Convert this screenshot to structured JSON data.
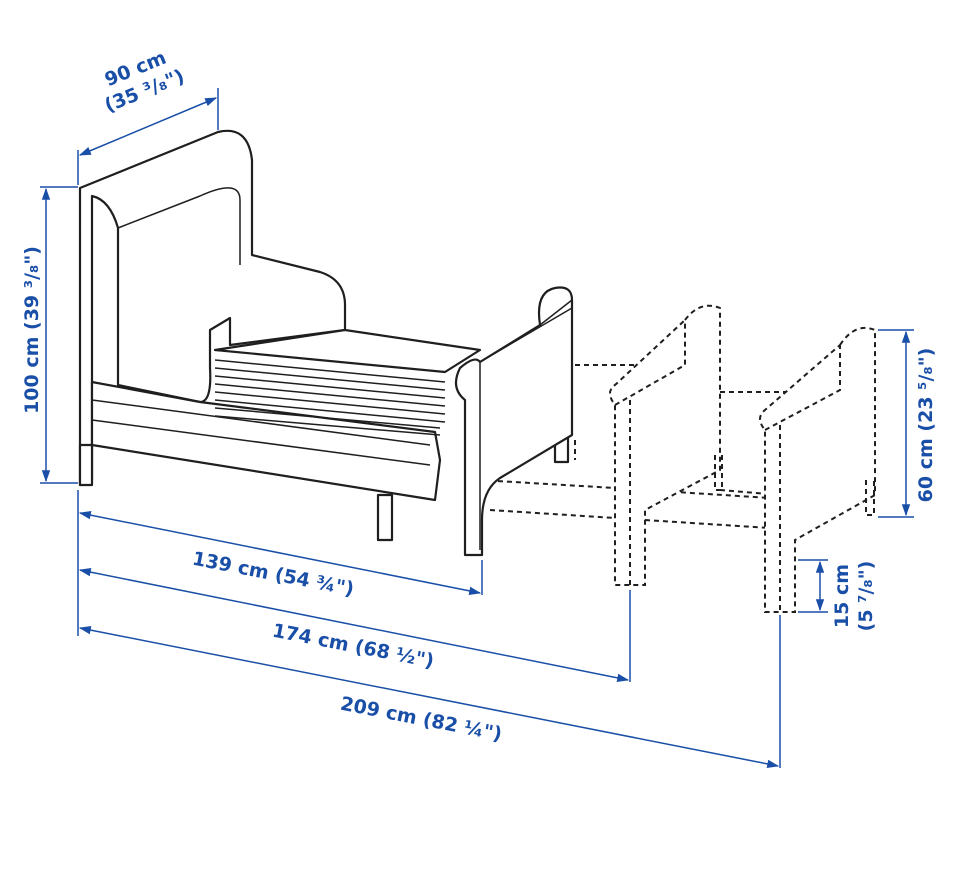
{
  "colors": {
    "dimension": "#1a4fa8",
    "line": "#1f1f1f",
    "background": "#ffffff"
  },
  "dimensions": {
    "width": {
      "metric": "90 cm",
      "imperial": "(35 ³/₈\")"
    },
    "height": {
      "text": "100 cm (39 ³/₈\")"
    },
    "length_short": {
      "text": "139 cm (54 ¾\")"
    },
    "length_mid": {
      "text": "174 cm (68 ½\")"
    },
    "length_long": {
      "text": "209 cm (82 ¼\")"
    },
    "extension_height": {
      "text": "60 cm (23 ⁵/₈\")"
    },
    "leg_height": {
      "metric": "15 cm",
      "imperial": "(5 ⁷/₈\")"
    }
  }
}
